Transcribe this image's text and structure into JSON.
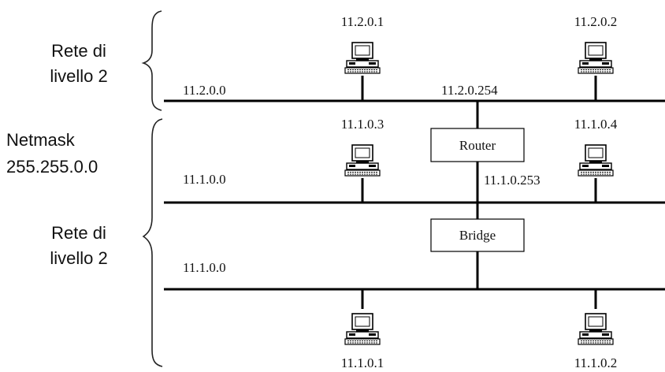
{
  "side_labels": {
    "top_network": [
      "Rete di",
      "livello 2"
    ],
    "netmask": [
      "Netmask",
      "255.255.0.0"
    ],
    "bottom_network": [
      "Rete di",
      "livello 2"
    ]
  },
  "networks": {
    "net_top": "11.2.0.0",
    "net_mid": "11.1.0.0",
    "net_bottom": "11.1.0.0"
  },
  "hosts": {
    "h1": "11.2.0.1",
    "h2": "11.2.0.2",
    "h3": "11.1.0.3",
    "h4": "11.1.0.4",
    "h5": "11.1.0.1",
    "h6": "11.1.0.2"
  },
  "devices": {
    "router": "Router",
    "router_top_ip": "11.2.0.254",
    "router_bottom_ip": "11.1.0.253",
    "bridge": "Bridge"
  }
}
